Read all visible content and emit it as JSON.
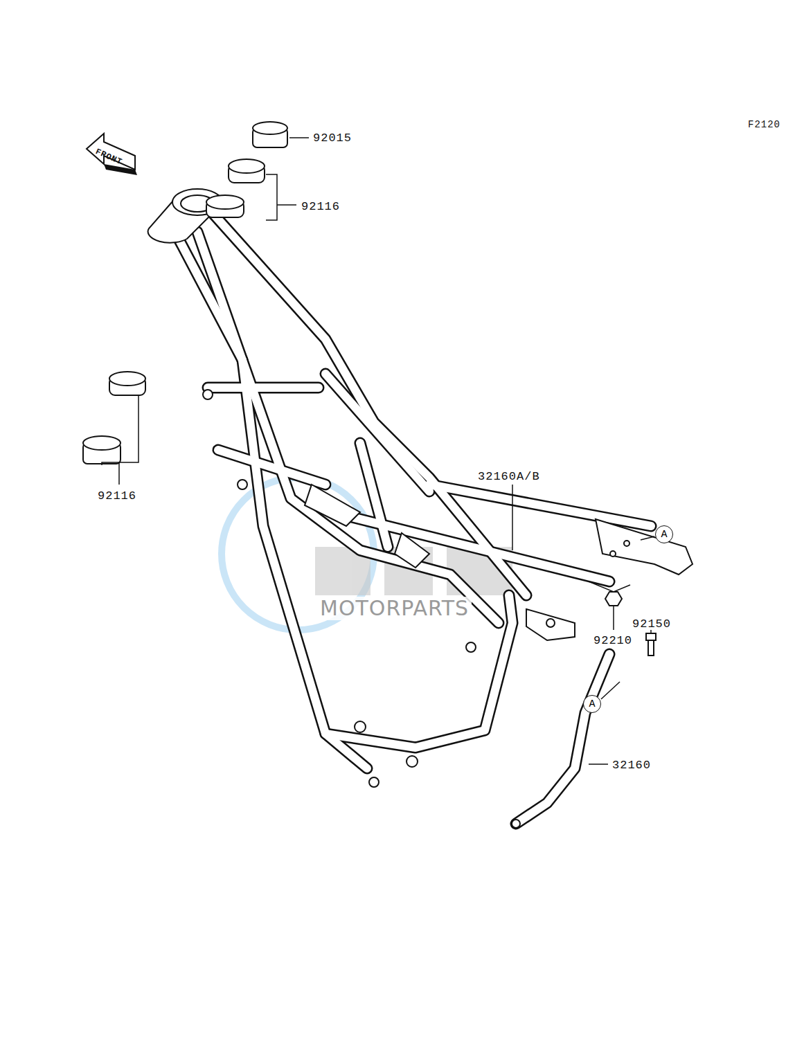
{
  "diagram": {
    "nodes": [
      {
        "text": [
          "A"
        ]
      },
      {
        "text": [
          "A"
        ]
      }
    ],
    "labels": [
      "F2120",
      "FRONT",
      "92015",
      "92116",
      "92116",
      "32160A/B",
      "92210",
      "92150",
      "32160",
      "MOTORPARTS"
    ]
  }
}
